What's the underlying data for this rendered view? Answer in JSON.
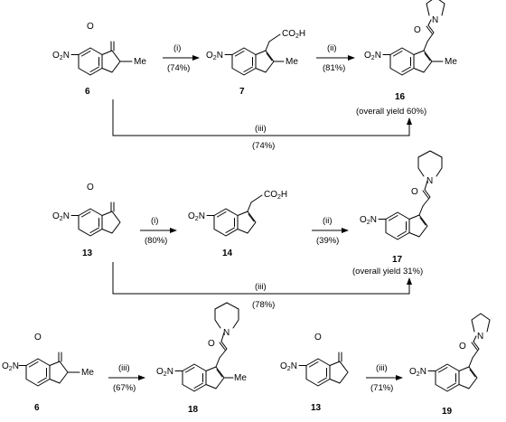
{
  "atoms": {
    "nitro": "O",
    "nitro_n": "N",
    "nitro_sub": "2",
    "oxygen": "O",
    "nitrogen": "N",
    "methyl": "Me",
    "acid": "CO",
    "acid_sub": "2",
    "acid_h": "H"
  },
  "row1": {
    "compounds": [
      "6",
      "7",
      "16"
    ],
    "step1": {
      "reagent": "(i)",
      "yield": "(74%)"
    },
    "step2": {
      "reagent": "(ii)",
      "yield": "(81%)"
    },
    "direct": {
      "reagent": "(iii)",
      "yield": "(74%)"
    },
    "overall": "(overall yield 60%)"
  },
  "row2": {
    "compounds": [
      "13",
      "14",
      "17"
    ],
    "step1": {
      "reagent": "(i)",
      "yield": "(80%)"
    },
    "step2": {
      "reagent": "(ii)",
      "yield": "(39%)"
    },
    "direct": {
      "reagent": "(iii)",
      "yield": "(78%)"
    },
    "overall": "(overall yield 31%)"
  },
  "row3": {
    "compounds": [
      "6",
      "18",
      "13",
      "19"
    ],
    "left": {
      "reagent": "(iii)",
      "yield": "(67%)"
    },
    "right": {
      "reagent": "(iii)",
      "yield": "(71%)"
    }
  }
}
